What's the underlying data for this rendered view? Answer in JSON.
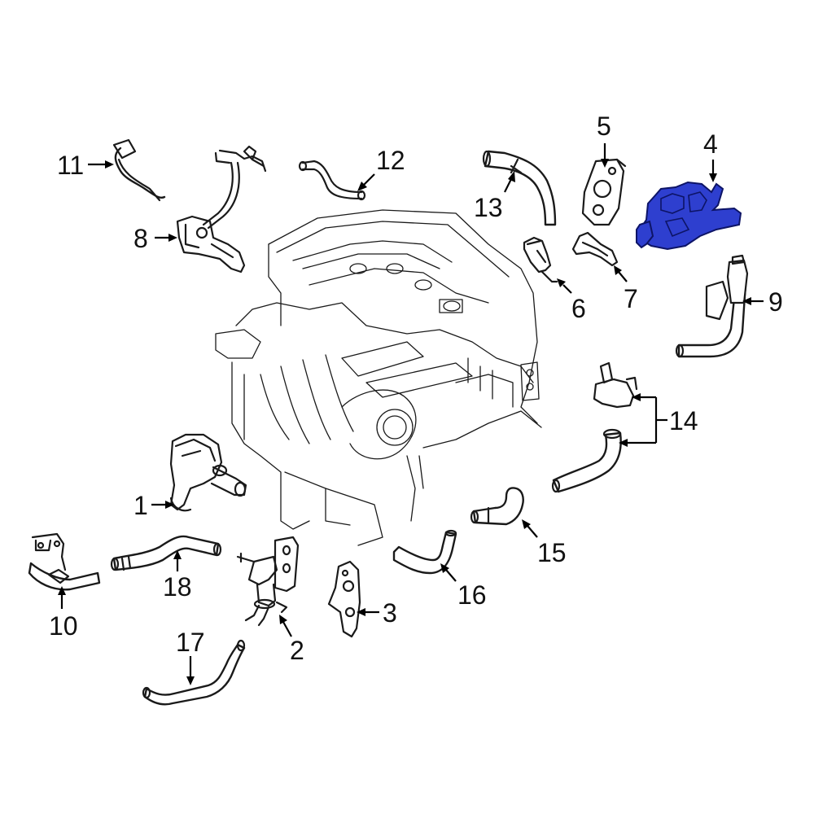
{
  "diagram": {
    "highlight_color": "#2e3fcf",
    "outline_color": "#1a1a1a",
    "background_color": "#ffffff",
    "highlighted_part": "4",
    "callouts": {
      "c1": "1",
      "c2": "2",
      "c3": "3",
      "c4": "4",
      "c5": "5",
      "c6": "6",
      "c7": "7",
      "c8": "8",
      "c9": "9",
      "c10": "10",
      "c11": "11",
      "c12": "12",
      "c13": "13",
      "c14": "14",
      "c15": "15",
      "c16": "16",
      "c17": "17",
      "c18": "18"
    }
  }
}
